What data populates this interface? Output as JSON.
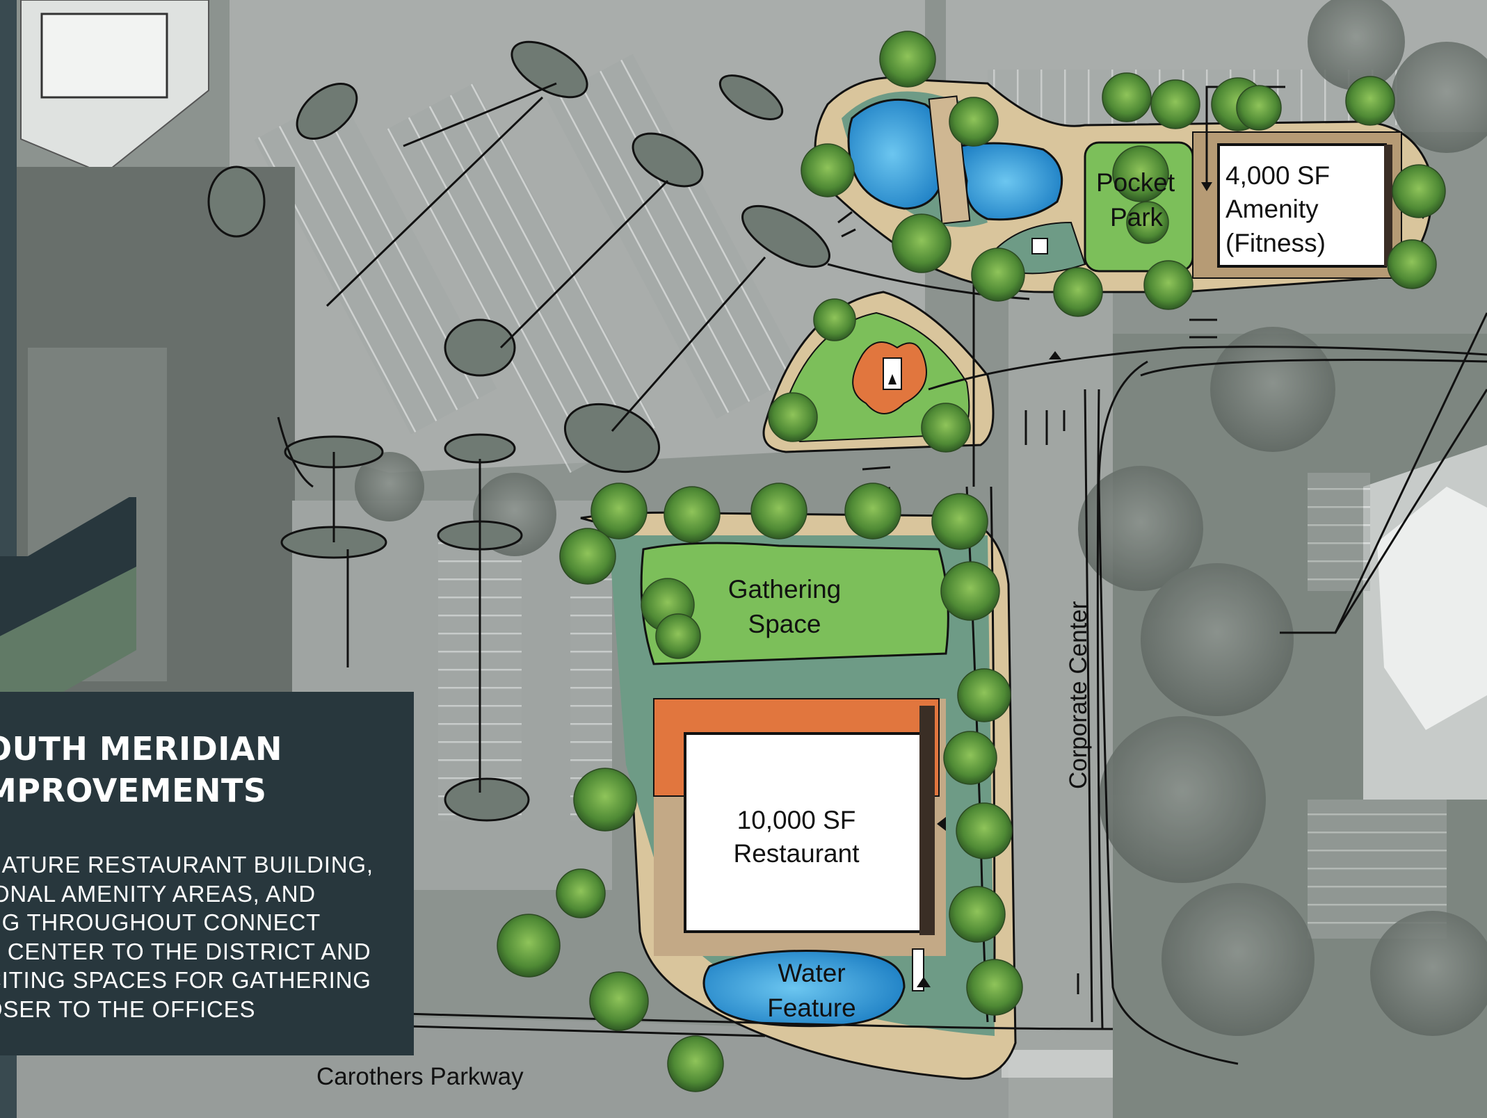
{
  "map": {
    "labels": {
      "pocket_park_1": "Pocket",
      "pocket_park_2": "Park",
      "amenity_1": "4,000 SF",
      "amenity_2": "Amenity",
      "amenity_3": "(Fitness)",
      "gathering_1": "Gathering",
      "gathering_2": "Space",
      "restaurant_1": "10,000 SF",
      "restaurant_2": "Restaurant",
      "water_1": "Water",
      "water_2": "Feature",
      "corporate_center": "Corporate Center",
      "carothers_parkway": "Carothers Parkway"
    }
  },
  "panel": {
    "title_line1": "OUTH MERIDIAN",
    "title_line2": "MPROVEMENTS",
    "body_lines": [
      "NATURE RESTAURANT BUILDING,",
      "IONAL AMENITY AREAS, AND",
      "NG THROUGHOUT CONNECT",
      "E CENTER TO THE DISTRICT AND",
      "CITING SPACES FOR GATHERING",
      "OSER TO THE OFFICES"
    ]
  },
  "colors": {
    "panel_bg": "#28373d",
    "accent_dark": "#28373d",
    "accent_green": "#617a66",
    "water": "#2fa3df",
    "lawn": "#7cbf5a",
    "plaza_orange": "#e1763e"
  }
}
